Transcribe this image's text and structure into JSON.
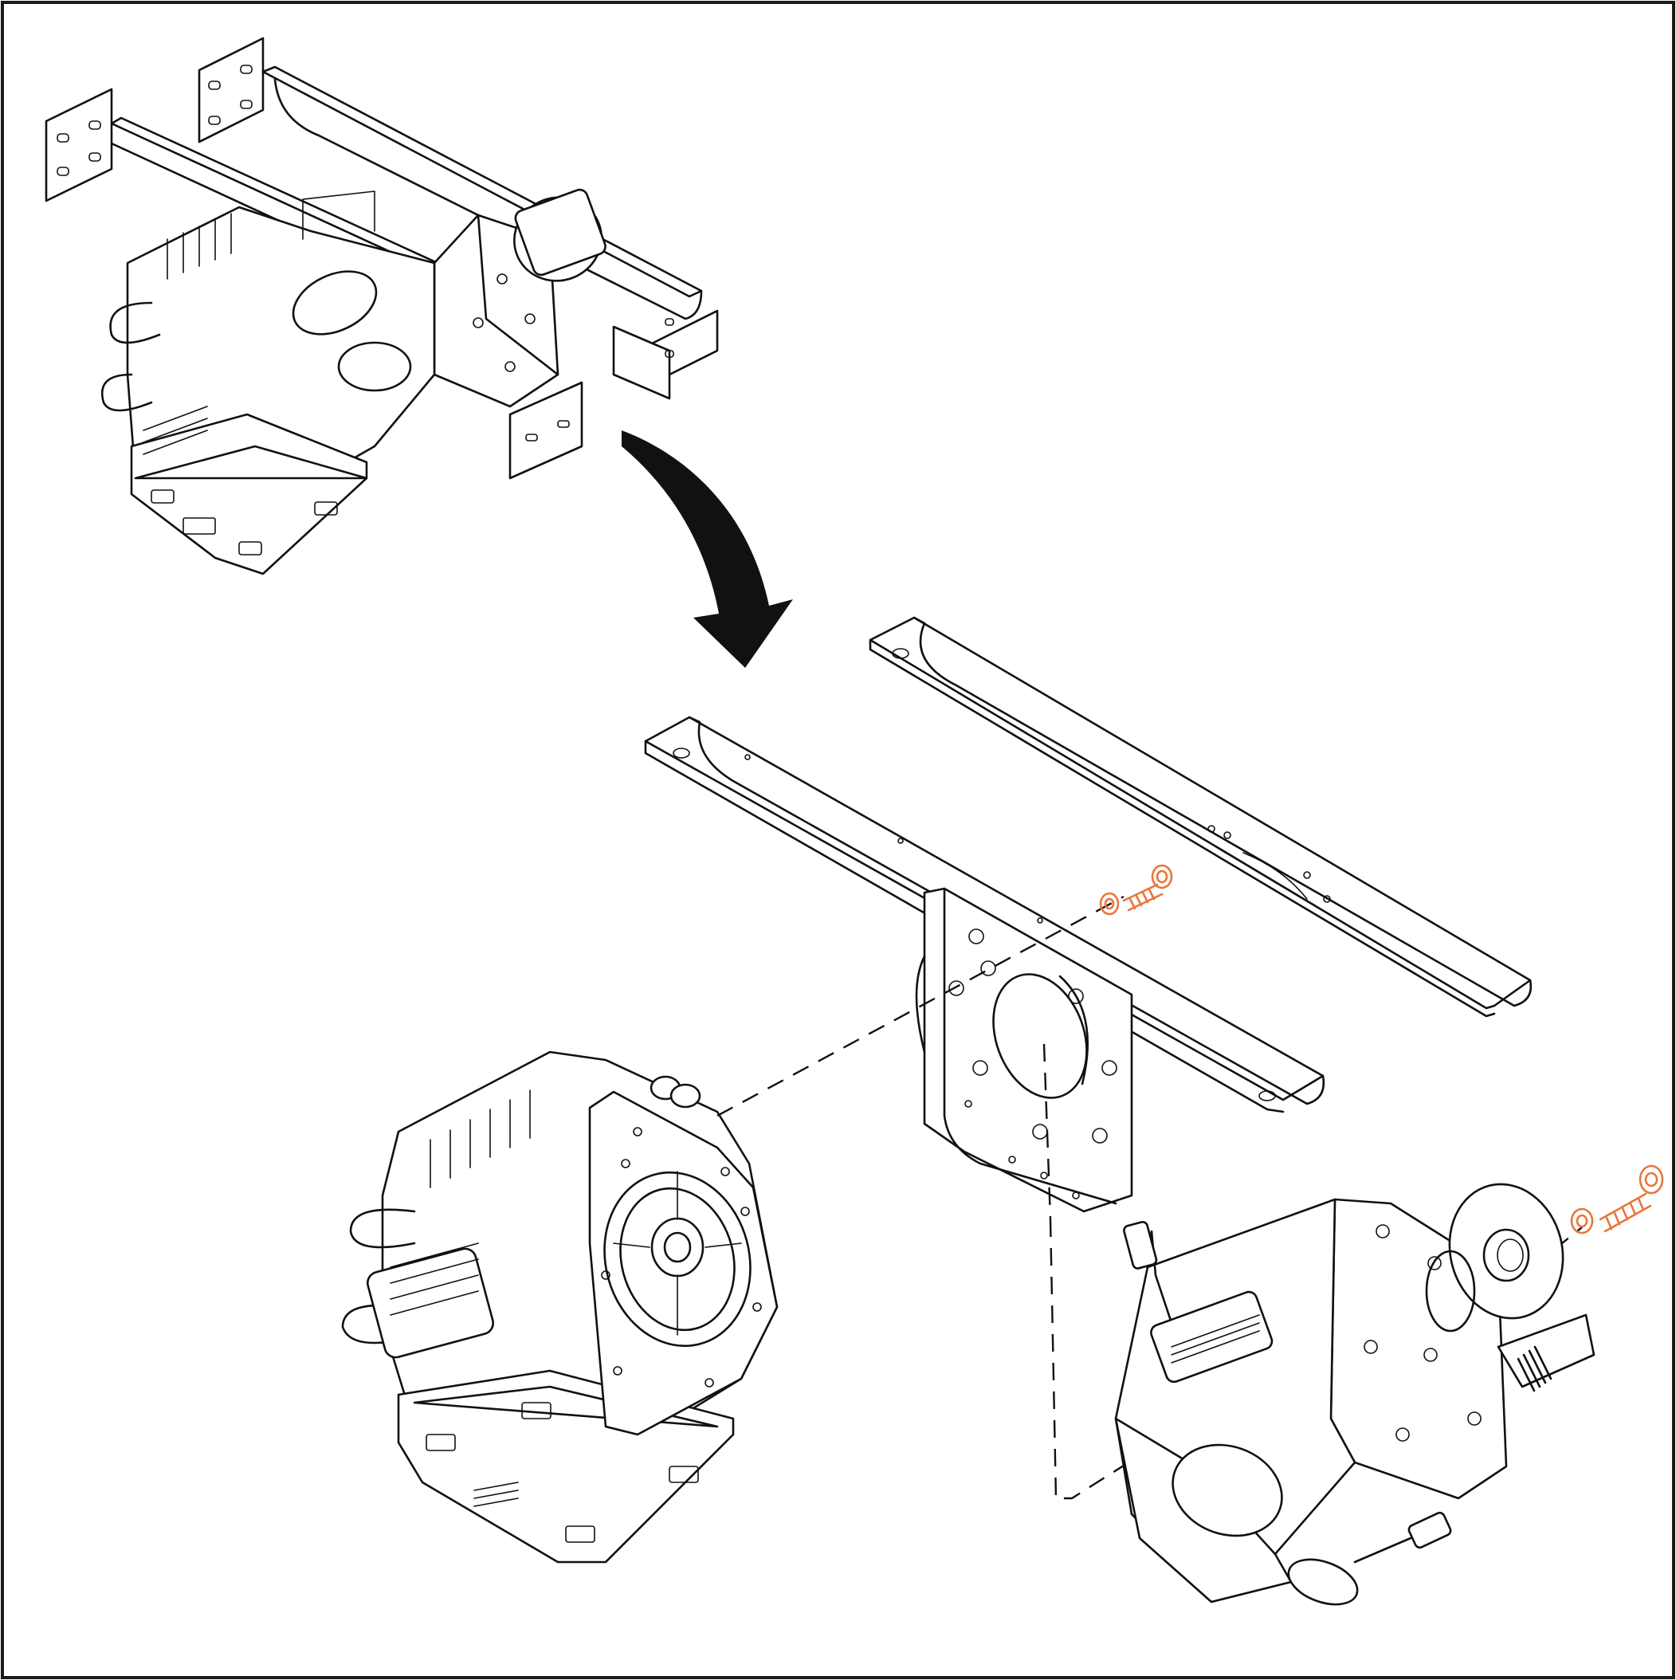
{
  "diagram": {
    "frame_color": "#1a1a1a",
    "line_color": "#111111",
    "hardware_highlight_color": "#e8763a",
    "icons": [
      "curved-arrow-down-icon"
    ],
    "components": [
      "assembled-motor-and-mount",
      "mounting-crossmember-rear",
      "mounting-crossmember-front",
      "mounting-bracket-plate",
      "electric-drive-motor",
      "gearbox-unit",
      "bolt-upper",
      "washer-upper",
      "bolt-right",
      "washer-right"
    ]
  }
}
